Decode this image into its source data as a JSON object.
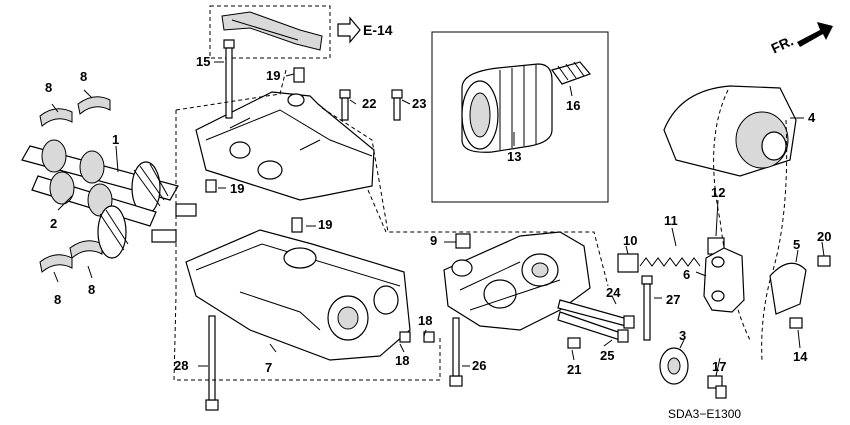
{
  "callouts": {
    "c1": "1",
    "c2": "2",
    "c3": "3",
    "c4": "4",
    "c5": "5",
    "c6": "6",
    "c7": "7",
    "c8a": "8",
    "c8b": "8",
    "c8c": "8",
    "c8d": "8",
    "c9": "9",
    "c10": "10",
    "c11": "11",
    "c12": "12",
    "c13": "13",
    "c14": "14",
    "c15": "15",
    "c16": "16",
    "c17": "17",
    "c18a": "18",
    "c18b": "18",
    "c19a": "19",
    "c19b": "19",
    "c19c": "19",
    "c20": "20",
    "c21": "21",
    "c22": "22",
    "c23": "23",
    "c24": "24",
    "c25": "25",
    "c26": "26",
    "c27": "27",
    "c28": "28"
  },
  "reference_label": "E-14",
  "direction_label": "FR.",
  "diagram_code": "SDA3−E1300"
}
